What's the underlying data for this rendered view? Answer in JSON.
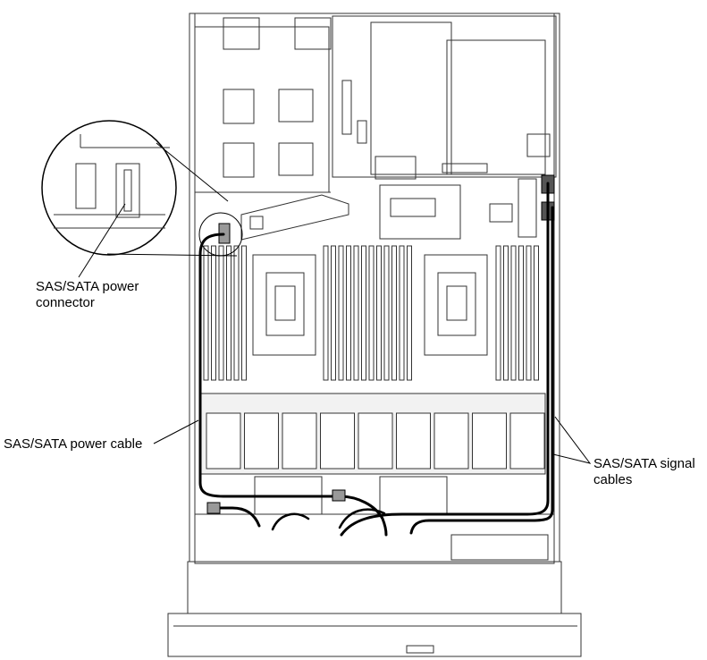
{
  "labels": {
    "power_connector_line1": "SAS/SATA power",
    "power_connector_line2": "connector",
    "power_cable": "SAS/SATA power cable",
    "signal_cables_line1": "SAS/SATA signal",
    "signal_cables_line2": "cables"
  },
  "colors": {
    "line": "#000000",
    "component_fill": "#ffffff",
    "component_stroke": "#333333",
    "shade_fill": "#f2f2f2"
  },
  "counts": {
    "dimm_slots_per_group": [
      6,
      12,
      6
    ],
    "drive_fans": 9
  }
}
